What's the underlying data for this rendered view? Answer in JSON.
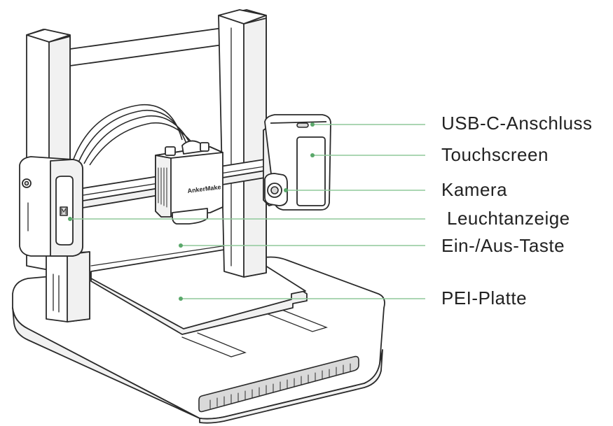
{
  "brand_text": "AnkerMake",
  "callouts": [
    {
      "id": "usb-c-port",
      "label": "USB-C-Anschluss"
    },
    {
      "id": "touchscreen",
      "label": "Touchscreen"
    },
    {
      "id": "camera",
      "label": "Kamera"
    },
    {
      "id": "indicator-light",
      "label": "Leuchtanzeige"
    },
    {
      "id": "power-button",
      "label": "Ein-/Aus-Taste"
    },
    {
      "id": "pei-plate",
      "label": "PEI-Platte"
    }
  ],
  "colors": {
    "leader_line": "#8fc99a",
    "leader_dot": "#5aa86a",
    "outline": "#2a2a2a",
    "label_text": "#222222"
  }
}
